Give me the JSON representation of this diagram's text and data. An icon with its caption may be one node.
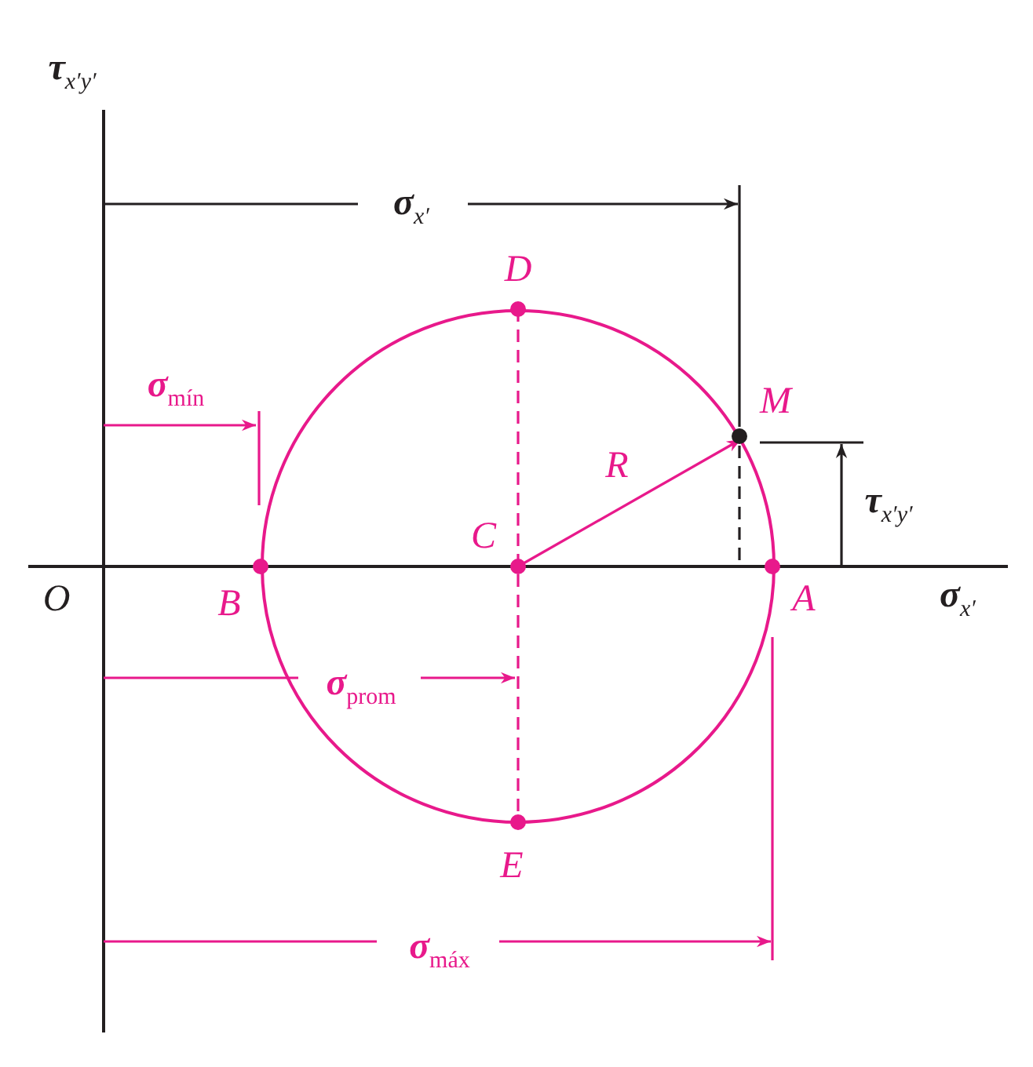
{
  "diagram": {
    "labels": [
      "τ$_{x′y′}$",
      "σ$_{x′}$",
      "D",
      "σ$_{mín}$",
      "M",
      "R",
      "τ$_{x′y′}$",
      "C",
      "O",
      "B",
      "A",
      "σ$_{x′}$",
      "σ$_{prom}$",
      "E",
      "σ$_{máx}$"
    ]
  }
}
